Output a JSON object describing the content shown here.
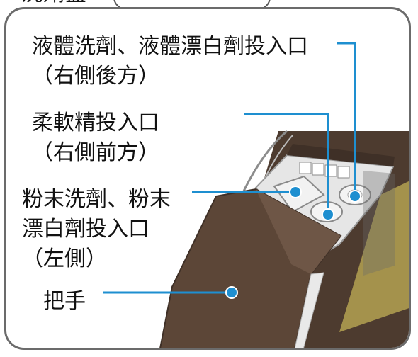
{
  "header": {
    "title": "洗劑盒"
  },
  "labels": {
    "liquid_line1": "液體洗劑、液體漂白劑投入口",
    "liquid_line2": "（右側後方）",
    "softener_line1": "柔軟精投入口",
    "softener_line2": "（右側前方）",
    "powder_line1": "粉末洗劑、粉末",
    "powder_line2": "漂白劑投入口",
    "powder_line3": "（左側）",
    "handle": "把手"
  },
  "colors": {
    "leader_line": "#1e8fd0",
    "lid_brown": "#5c4637",
    "lid_dark": "#3f3027",
    "panel_olive": "#a4924c",
    "frame_gray": "#6b6b6b"
  }
}
